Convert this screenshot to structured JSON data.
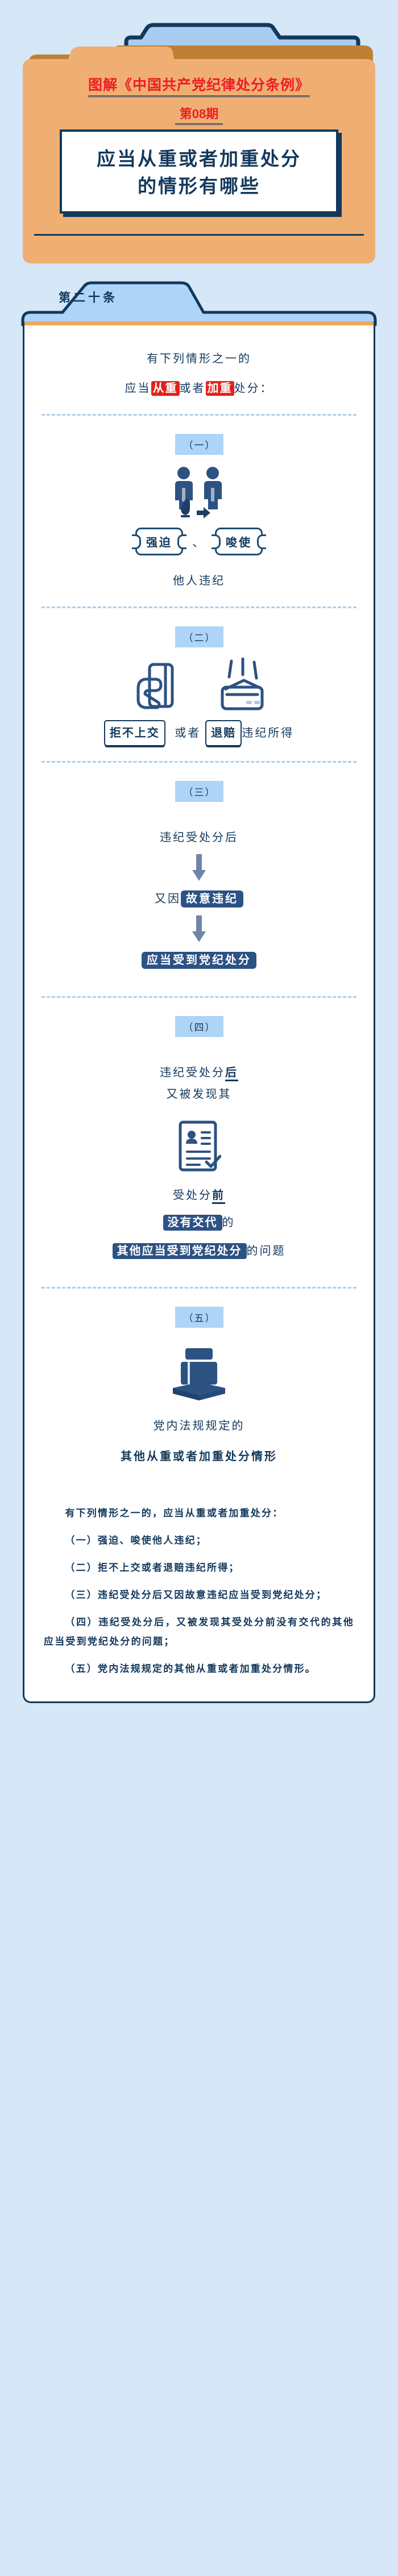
{
  "header": {
    "kicker": "图解《中国共产党纪律处分条例》",
    "issue": "第08期",
    "title_line1": "应当从重或者加重处分",
    "title_line2": "的情形有哪些"
  },
  "article": {
    "tag": "第二十条"
  },
  "intro": {
    "line1": "有下列情形之一的",
    "line2_pre": "应当",
    "line2_hl1": "从重",
    "line2_mid": "或者",
    "line2_hl2": "加重",
    "line2_post": "处分："
  },
  "items": [
    {
      "badge": "（一）",
      "icon": "two-persons-push-icon",
      "ticket1": "强迫",
      "ticket_sep": "、",
      "ticket2": "唆使",
      "tail": "他人违纪"
    },
    {
      "badge": "（二）",
      "icon1": "hand-holding-card-icon",
      "icon2": "wallet-money-out-icon",
      "box1": "拒不上交",
      "mid": "或者",
      "box2": "退赔",
      "tail": "违纪所得"
    },
    {
      "badge": "（三）",
      "step1": "违纪受处分后",
      "step2_pre": "又因",
      "step2_hl": "故意违纪",
      "step3_hl": "应当受到党纪处分"
    },
    {
      "badge": "（四）",
      "line1_pre": "违纪受处分",
      "line1_em": "后",
      "line2": "又被发现其",
      "icon": "document-person-list-icon",
      "line3_pre": "受处分",
      "line3_em": "前",
      "line4_hl": "没有交代",
      "line4_post": "的",
      "line5_hl": "其他应当受到党纪处分",
      "line5_post": "的问题"
    },
    {
      "badge": "（五）",
      "icon": "books-stack-icon",
      "line1": "党内法规规定的",
      "line2": "其他从重或者加重处分情形"
    }
  ],
  "summary": {
    "paragraphs": [
      "有下列情形之一的，应当从重或者加重处分：",
      "（一）强迫、唆使他人违纪；",
      "（二）拒不上交或者退赔违纪所得；",
      "（三）违纪受处分后又因故意违纪应当受到党纪处分；",
      "（四）违纪受处分后，又被发现其受处分前没有交代的其他应当受到党纪处分的问题；",
      "（五）党内法规规定的其他从重或者加重处分情形。"
    ]
  },
  "colors": {
    "page_bg": "#d6e7f7",
    "navy": "#12385c",
    "red": "#ee1c25",
    "folder_orange": "#efaf73",
    "folder_dark_orange": "#c08034",
    "badge_blue": "#aed4f7",
    "icon_blue": "#2c5282"
  }
}
